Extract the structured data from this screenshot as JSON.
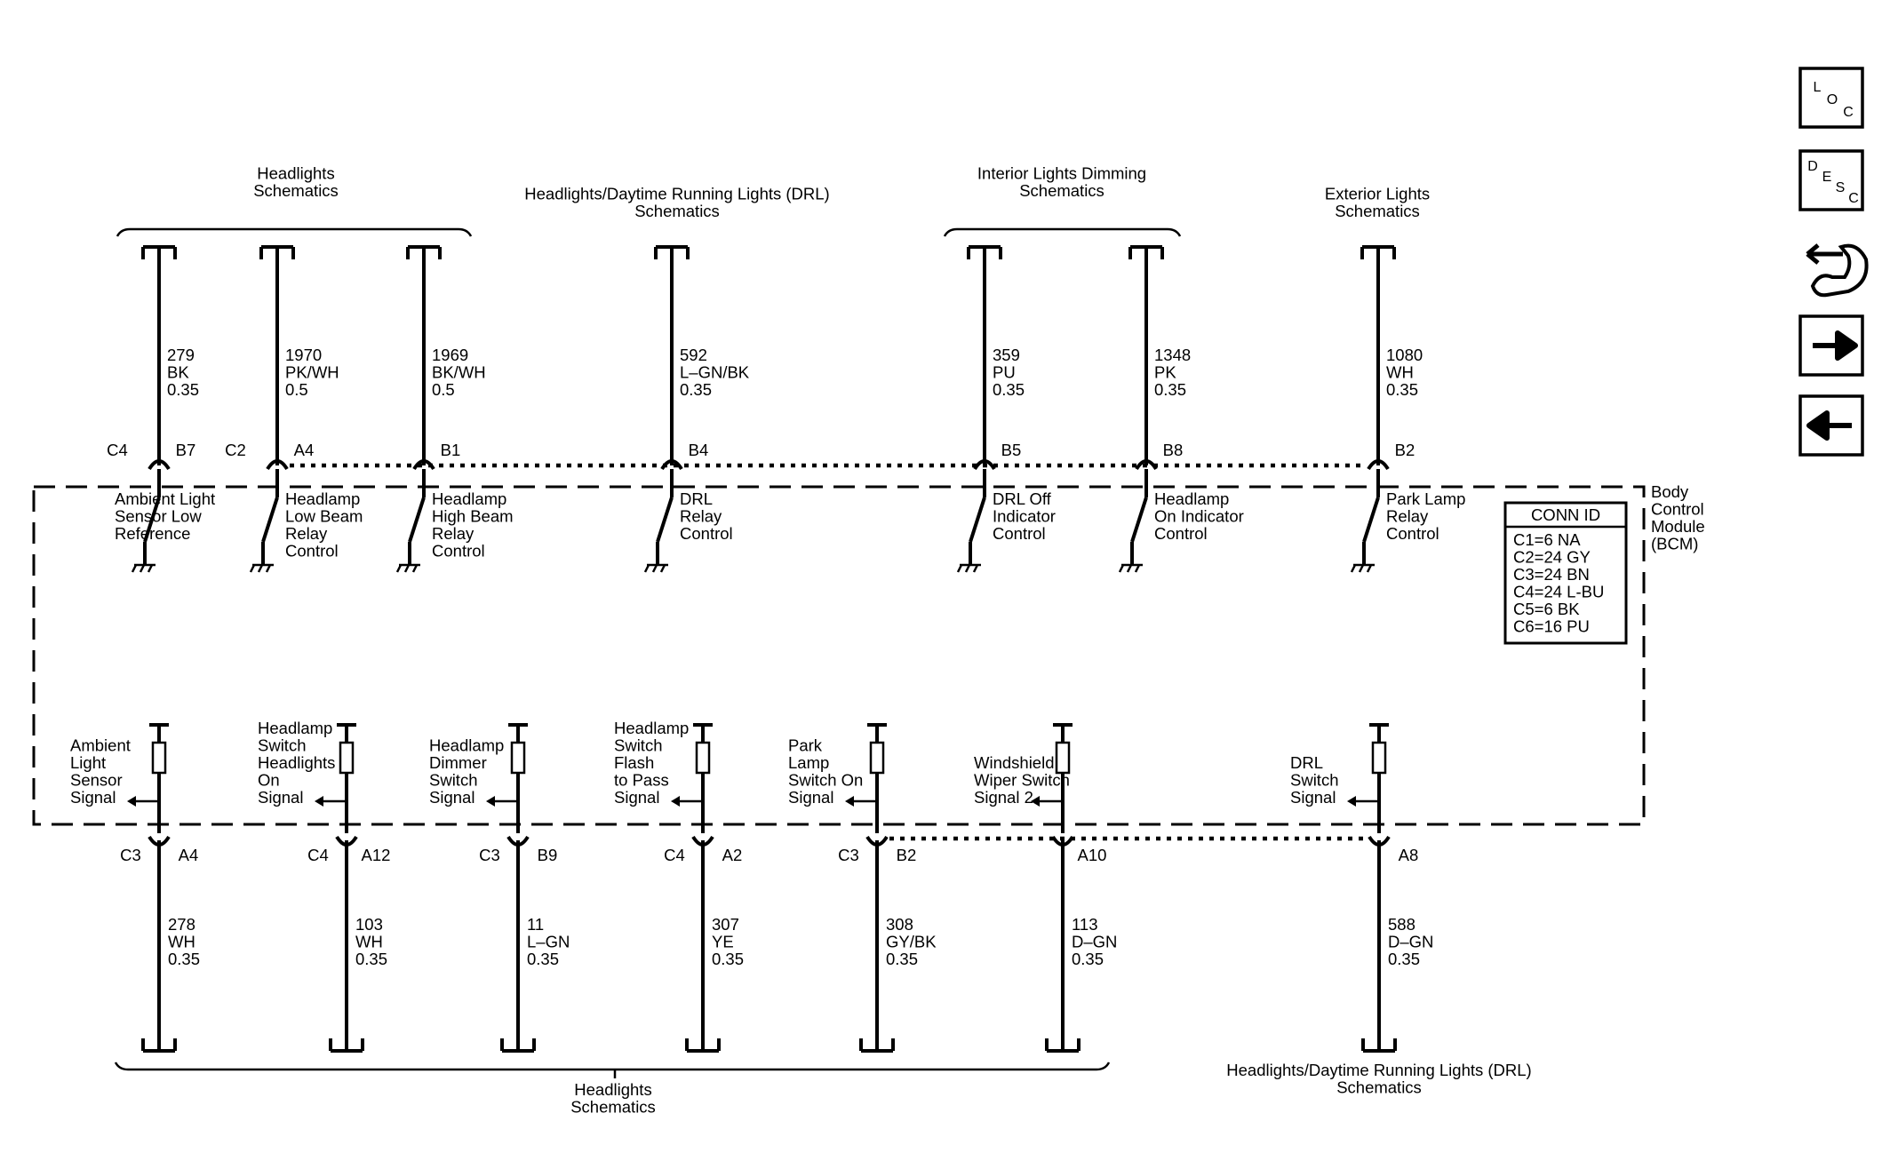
{
  "module": {
    "label": [
      "Body",
      "Control",
      "Module",
      "(BCM)"
    ]
  },
  "conn_id": {
    "title": "CONN ID",
    "rows": [
      "C1=6 NA",
      "C2=24 GY",
      "C3=24 BN",
      "C4=24 L-BU",
      "C5=6 BK",
      "C6=16 PU"
    ]
  },
  "top_refs": [
    {
      "lines": [
        "Headlights",
        "Schematics"
      ]
    },
    {
      "lines": [
        "Headlights/Daytime Running Lights (DRL)",
        "Schematics"
      ]
    },
    {
      "lines": [
        "Interior Lights Dimming",
        "Schematics"
      ]
    },
    {
      "lines": [
        "Exterior Lights",
        "Schematics"
      ]
    }
  ],
  "bottom_refs": [
    {
      "lines": [
        "Headlights",
        "Schematics"
      ]
    },
    {
      "lines": [
        "Headlights/Daytime Running Lights (DRL)",
        "Schematics"
      ]
    }
  ],
  "top_circuits": [
    {
      "circuit": "279",
      "color": "BK",
      "gauge": "0.35",
      "connector": "C4",
      "pin": "B7",
      "function": [
        "Ambient Light",
        "Sensor Low",
        "Reference"
      ]
    },
    {
      "circuit": "1970",
      "color": "PK/WH",
      "gauge": "0.5",
      "connector": "C2",
      "pin": "A4",
      "function": [
        "Headlamp",
        "Low Beam",
        "Relay",
        "Control"
      ]
    },
    {
      "circuit": "1969",
      "color": "BK/WH",
      "gauge": "0.5",
      "connector": "",
      "pin": "B1",
      "function": [
        "Headlamp",
        "High Beam",
        "Relay",
        "Control"
      ]
    },
    {
      "circuit": "592",
      "color": "L–GN/BK",
      "gauge": "0.35",
      "connector": "",
      "pin": "B4",
      "function": [
        "DRL",
        "Relay",
        "Control"
      ]
    },
    {
      "circuit": "359",
      "color": "PU",
      "gauge": "0.35",
      "connector": "",
      "pin": "B5",
      "function": [
        "DRL Off",
        "Indicator",
        "Control"
      ]
    },
    {
      "circuit": "1348",
      "color": "PK",
      "gauge": "0.35",
      "connector": "",
      "pin": "B8",
      "function": [
        "Headlamp",
        "On Indicator",
        "Control"
      ]
    },
    {
      "circuit": "1080",
      "color": "WH",
      "gauge": "0.35",
      "connector": "",
      "pin": "B2",
      "function": [
        "Park Lamp",
        "Relay",
        "Control"
      ]
    }
  ],
  "bottom_circuits": [
    {
      "circuit": "278",
      "color": "WH",
      "gauge": "0.35",
      "connector": "C3",
      "pin": "A4",
      "function": [
        "Ambient",
        "Light",
        "Sensor",
        "Signal"
      ]
    },
    {
      "circuit": "103",
      "color": "WH",
      "gauge": "0.35",
      "connector": "C4",
      "pin": "A12",
      "function": [
        "Headlamp",
        "Switch",
        "Headlights",
        "On",
        "Signal"
      ]
    },
    {
      "circuit": "11",
      "color": "L–GN",
      "gauge": "0.35",
      "connector": "C3",
      "pin": "B9",
      "function": [
        "Headlamp",
        "Dimmer",
        "Switch",
        "Signal"
      ]
    },
    {
      "circuit": "307",
      "color": "YE",
      "gauge": "0.35",
      "connector": "C4",
      "pin": "A2",
      "function": [
        "Headlamp",
        "Switch",
        "Flash",
        "to Pass",
        "Signal"
      ]
    },
    {
      "circuit": "308",
      "color": "GY/BK",
      "gauge": "0.35",
      "connector": "C3",
      "pin": "B2",
      "function": [
        "Park",
        "Lamp",
        "Switch On",
        "Signal"
      ]
    },
    {
      "circuit": "113",
      "color": "D–GN",
      "gauge": "0.35",
      "connector": "",
      "pin": "A10",
      "function": [
        "Windshield",
        "Wiper Switch",
        "Signal 2"
      ]
    },
    {
      "circuit": "588",
      "color": "D–GN",
      "gauge": "0.35",
      "connector": "",
      "pin": "A8",
      "function": [
        "DRL",
        "Switch",
        "Signal"
      ]
    }
  ],
  "nav": {
    "loc": [
      "L",
      "O",
      "C"
    ],
    "desc": [
      "D",
      "E",
      "S",
      "C"
    ],
    "icons": [
      "diagnostic-tool-icon",
      "arrow-right-icon",
      "arrow-left-icon"
    ]
  }
}
